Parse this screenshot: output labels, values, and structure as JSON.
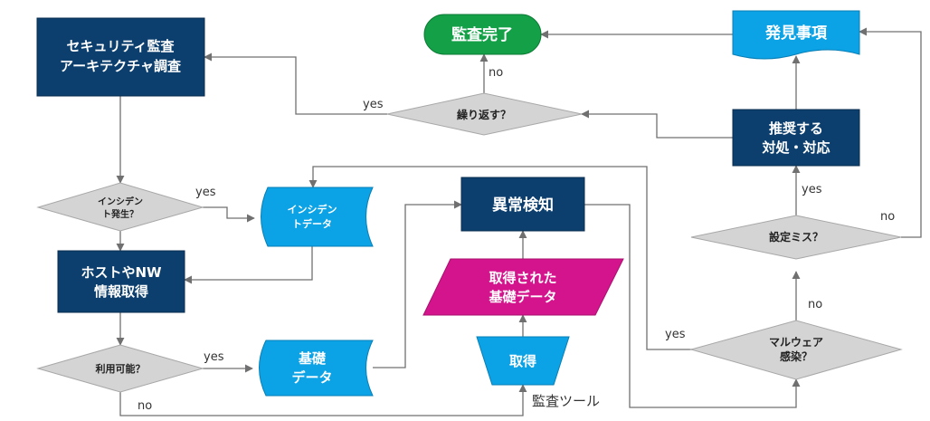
{
  "nodes": {
    "architecture_survey": [
      "セキュリティ監査",
      "アーキテクチャ調査"
    ],
    "incident_question": [
      "インシデン",
      "ト発生？"
    ],
    "incident_data": [
      "インシデン",
      "トデータ"
    ],
    "host_nw_info": [
      "ホストやNW",
      "情報取得"
    ],
    "available_question": [
      "利用可能？"
    ],
    "base_data": [
      "基礎",
      "データ"
    ],
    "anomaly_detection": [
      "異常検知"
    ],
    "acquired_base_data": [
      "取得された",
      "基礎データ"
    ],
    "acquire": [
      "取得"
    ],
    "audit_tool": "監査ツール",
    "audit_complete": [
      "監査完了"
    ],
    "repeat_question": [
      "繰り返す？"
    ],
    "findings": [
      "発見事項"
    ],
    "recommended_actions": [
      "推奨する",
      "対処・対応"
    ],
    "misconfig_question": [
      "設定ミス？"
    ],
    "malware_question": [
      "マルウェア",
      "感染？"
    ]
  },
  "edge_labels": {
    "incident_yes": "yes",
    "available_yes": "yes",
    "available_no": "no",
    "repeat_yes": "yes",
    "repeat_no": "no",
    "misconfig_yes": "yes",
    "misconfig_no": "no",
    "malware_yes": "yes",
    "malware_no": "no"
  },
  "colors": {
    "dark_blue": "#0c3f6e",
    "light_blue": "#0ba2e6",
    "gray_diamond": "#d4d4d4",
    "magenta": "#d4148c",
    "green": "#13a047",
    "connector": "#707070"
  }
}
